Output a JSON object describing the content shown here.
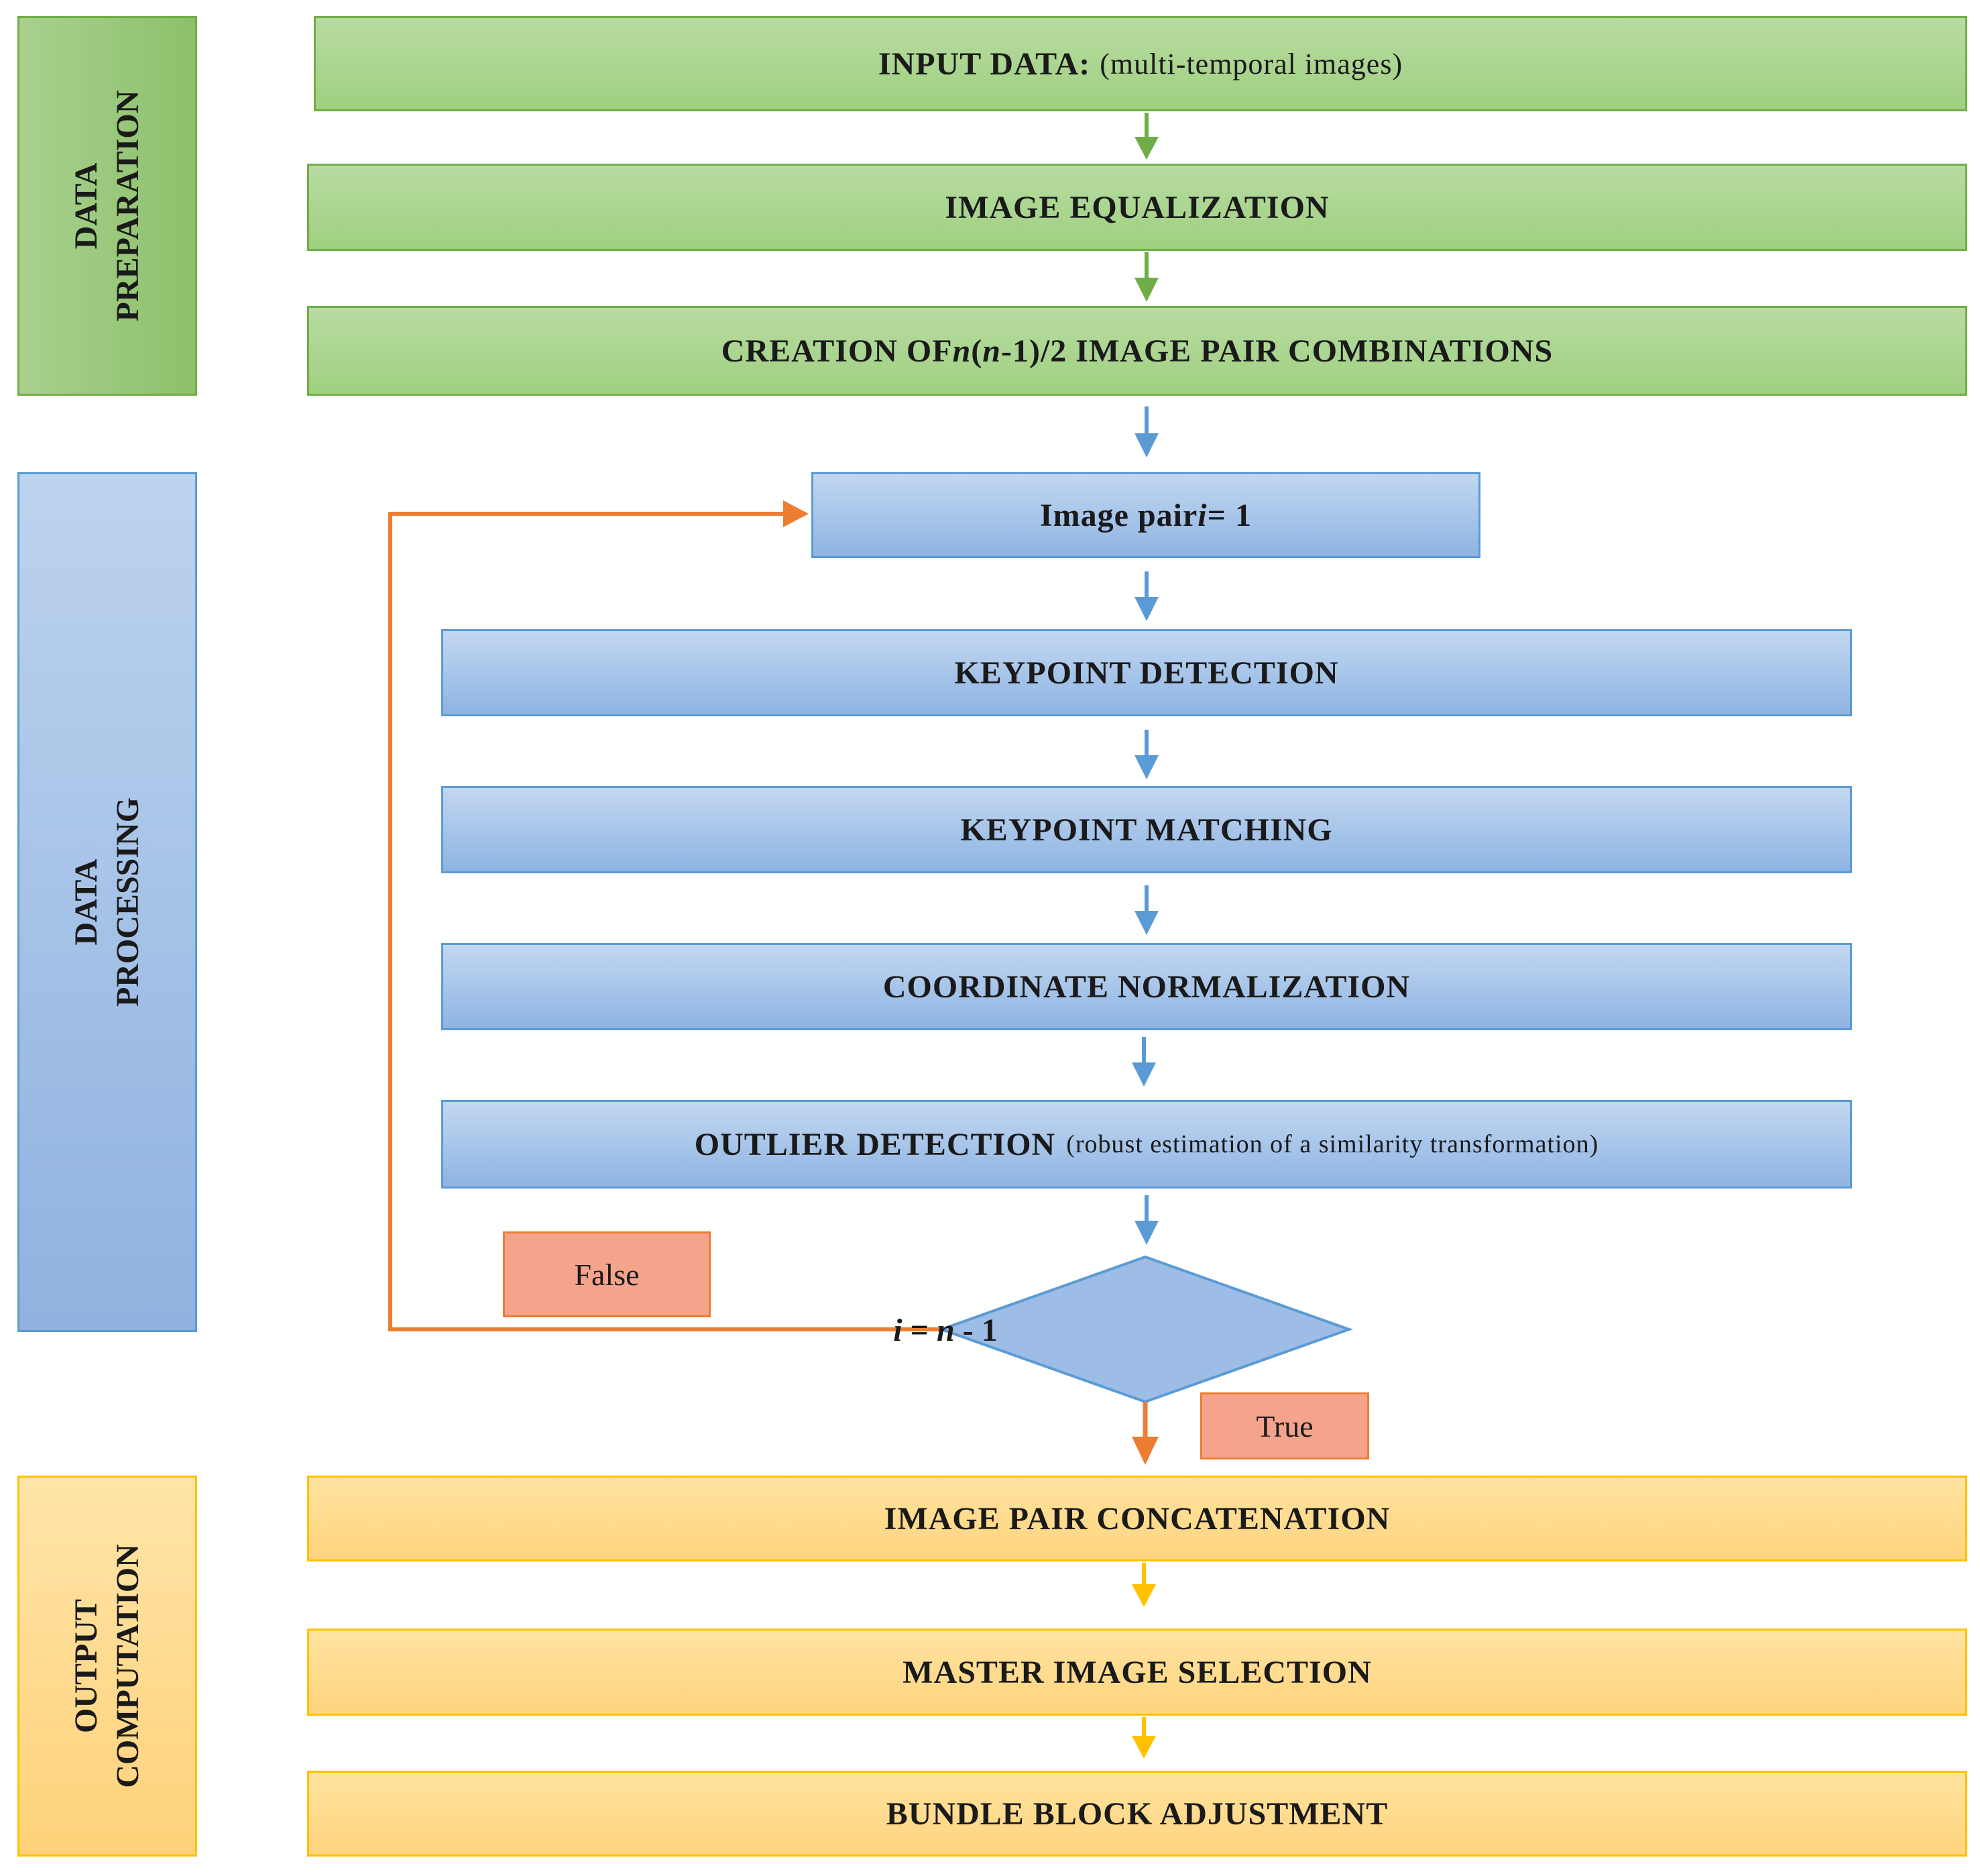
{
  "phases": {
    "preparation": [
      "DATA",
      "PREPARATION"
    ],
    "processing": [
      "DATA",
      "PROCESSING"
    ],
    "output": [
      "OUTPUT",
      "COMPUTATION"
    ]
  },
  "steps": {
    "input_bold": "INPUT DATA:",
    "input_note": "(multi-temporal images)",
    "equalization": "IMAGE EQUALIZATION",
    "creation_a": "CREATION OF ",
    "creation_n1": "n",
    "creation_b": "(",
    "creation_n2": "n",
    "creation_c": "-1)/2 IMAGE PAIR COMBINATIONS",
    "pair_a": "Image pair ",
    "pair_i": "i",
    "pair_b": " = 1",
    "keypoint_detection": "KEYPOINT DETECTION",
    "keypoint_matching": "KEYPOINT MATCHING",
    "coordinate_normalization": "COORDINATE NORMALIZATION",
    "outlier_bold": "OUTLIER DETECTION",
    "outlier_note": "(robust estimation of a similarity transformation)",
    "concatenation": "IMAGE PAIR CONCATENATION",
    "master_selection": "MASTER IMAGE SELECTION",
    "bundle_adjustment": "BUNDLE BLOCK ADJUSTMENT"
  },
  "decision": {
    "i": "i",
    "eq": " = ",
    "n": "n",
    "rest": " - 1",
    "false_label": "False",
    "true_label": "True"
  },
  "colors": {
    "green_arrow": "#70ad47",
    "blue_arrow": "#5b9bd5",
    "orange_arrow": "#ed7d31",
    "yellow_arrow": "#ffc000"
  }
}
